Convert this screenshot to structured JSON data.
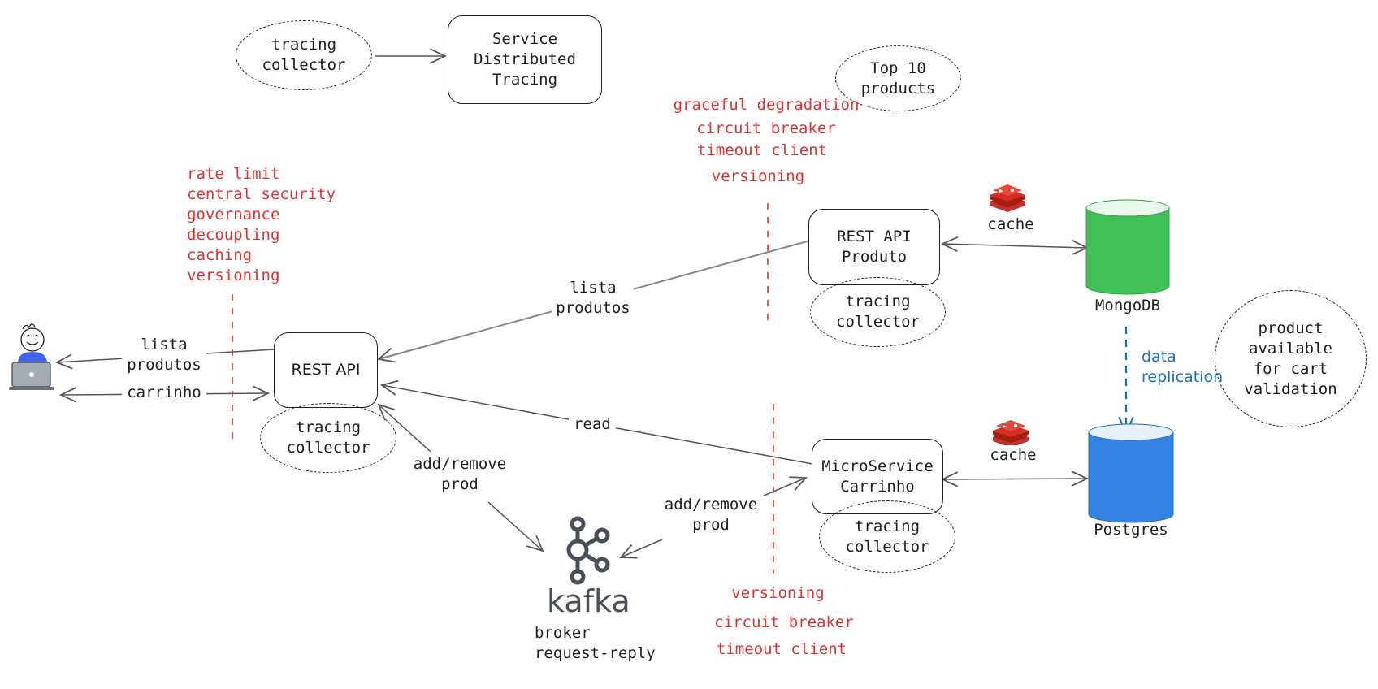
{
  "service_tracing": {
    "label": "Service\nDistributed\nTracing",
    "collector": "tracing\ncollector"
  },
  "top_products": "Top 10\nproducts",
  "product_notes": [
    "graceful degradation",
    "circuit breaker",
    "timeout client",
    "versioning"
  ],
  "gateway_notes": [
    "rate limit",
    "central security",
    "governance",
    "decoupling",
    "caching",
    "versioning"
  ],
  "client": {
    "lista_label": "lista\nprodutos",
    "carrinho_label": "carrinho"
  },
  "rest_api": {
    "label": "REST API",
    "collector": "tracing\ncollector"
  },
  "rest_api_produto": {
    "label": "REST API\nProduto",
    "collector": "tracing\ncollector"
  },
  "lista_produtos_edge": "lista\nprodutos",
  "read_edge": "read",
  "add_remove_left": "add/remove\nprod",
  "add_remove_right": "add/remove\nprod",
  "microservice_carrinho": {
    "label": "MicroService\nCarrinho",
    "collector": "tracing\ncollector"
  },
  "cache_top": "cache",
  "cache_bottom": "cache",
  "mongodb": {
    "label": "MongoDB",
    "color": "#40c057"
  },
  "postgres": {
    "label": "Postgres",
    "color": "#3584e4"
  },
  "data_replication": "data\nreplication",
  "product_available": "product\navailable\nfor cart\nvalidation",
  "kafka": {
    "word": "kafka",
    "caption": "broker\nrequest-reply"
  },
  "cart_notes": [
    "versioning",
    "circuit breaker",
    "timeout client"
  ],
  "colors": {
    "red": "#e03131",
    "blue": "#1971c2",
    "redis": "#d82c20"
  }
}
